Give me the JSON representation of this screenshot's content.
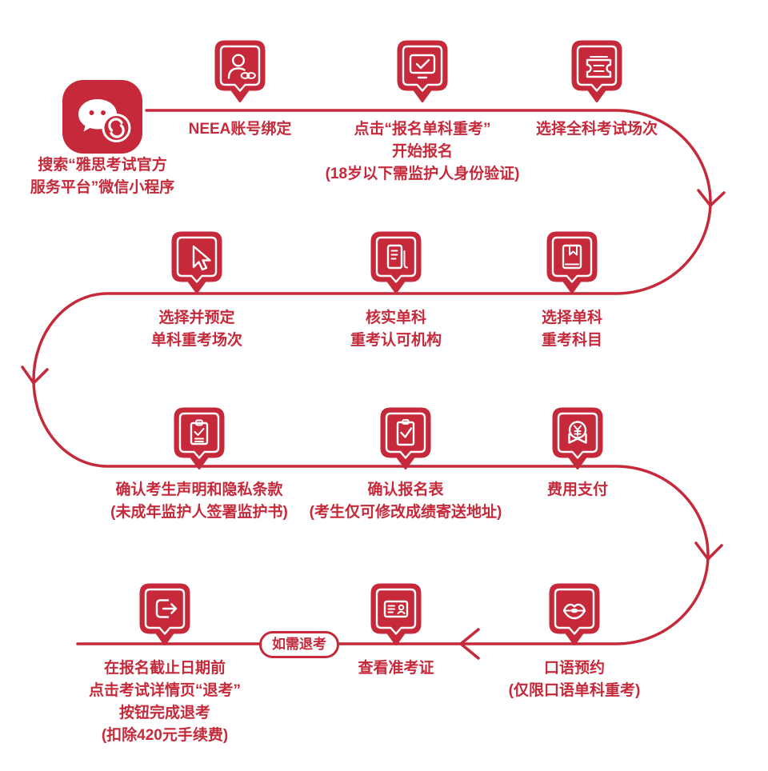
{
  "palette": {
    "brand_red": "#C5293A",
    "background": "#FFFFFF"
  },
  "flow": {
    "detour_label": "如需退考"
  },
  "steps": [
    {
      "id": "search-wechat-miniprogram",
      "icon": "wechat-logo-icon",
      "lines": [
        "搜索“雅思考试官方",
        "服务平台”微信小程序"
      ]
    },
    {
      "id": "neea-account-binding",
      "icon": "person-link-icon",
      "lines": [
        "NEEA账号绑定"
      ]
    },
    {
      "id": "start-retake-registration",
      "icon": "monitor-check-icon",
      "lines": [
        "点击“报名单科重考”",
        "开始报名",
        "(18岁以下需监护人身份验证)"
      ]
    },
    {
      "id": "select-full-test-session",
      "icon": "ticket-icon",
      "lines": [
        "选择全科考试场次"
      ]
    },
    {
      "id": "select-retake-subject",
      "icon": "book-bookmark-icon",
      "lines": [
        "选择单科",
        "重考科目"
      ]
    },
    {
      "id": "verify-recognising-organisation",
      "icon": "ledger-icon",
      "lines": [
        "核实单科",
        "重考认可机构"
      ]
    },
    {
      "id": "select-reserve-retake-session",
      "icon": "cursor-icon",
      "lines": [
        "选择并预定",
        "单科重考场次"
      ]
    },
    {
      "id": "confirm-declaration-privacy",
      "icon": "clipboard-check-icon",
      "lines": [
        "确认考生声明和隐私条款",
        "(未成年监护人签署监护书)"
      ]
    },
    {
      "id": "confirm-application-form",
      "icon": "clipboard-tick-icon",
      "lines": [
        "确认报名表",
        "(考生仅可修改成绩寄送地址)"
      ]
    },
    {
      "id": "fee-payment",
      "icon": "payment-yuan-icon",
      "lines": [
        "费用支付"
      ]
    },
    {
      "id": "speaking-appointment",
      "icon": "lips-icon",
      "lines": [
        "口语预约",
        "(仅限口语单科重考)"
      ]
    },
    {
      "id": "view-admission-ticket",
      "icon": "id-card-icon",
      "lines": [
        "查看准考证"
      ]
    },
    {
      "id": "cancel-registration",
      "icon": "exit-icon",
      "lines": [
        "在报名截止日期前",
        "点击考试详情页“退考”",
        "按钮完成退考",
        "(扣除420元手续费)"
      ]
    }
  ]
}
